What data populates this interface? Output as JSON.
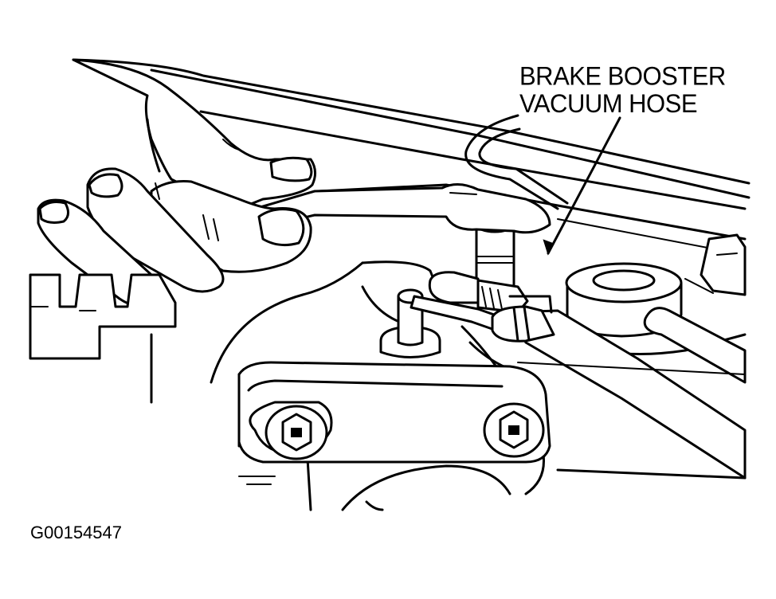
{
  "figure": {
    "callout_line1": "BRAKE BOOSTER",
    "callout_line2": "VACUUM HOSE",
    "figure_id": "G00154547"
  },
  "colors": {
    "ink": "#000000",
    "paper": "#ffffff"
  }
}
